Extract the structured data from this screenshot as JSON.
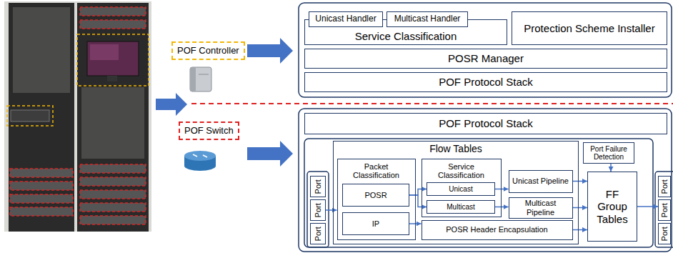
{
  "diagram": {
    "nodes": [
      {
        "text": [
          "POF Controller"
        ]
      },
      {
        "text": [
          "POF Switch"
        ]
      },
      {
        "text": [
          "Unicast Handler"
        ]
      },
      {
        "text": [
          "Multicast Handler"
        ]
      },
      {
        "text": [
          "Service Classification"
        ]
      },
      {
        "text": [
          "Protection Scheme Installer"
        ]
      },
      {
        "text": [
          "POSR Manager"
        ]
      },
      {
        "text": [
          "POF Protocol Stack"
        ]
      },
      {
        "text": [
          "POF Protocol Stack"
        ]
      },
      {
        "text": [
          "Port"
        ]
      },
      {
        "text": [
          "Port"
        ]
      },
      {
        "text": [
          "Port"
        ]
      },
      {
        "text": [
          "Flow Tables"
        ]
      },
      {
        "text": [
          "Packet Classification"
        ],
        "in": 12
      },
      {
        "text": [
          "POSR"
        ],
        "in": 13
      },
      {
        "text": [
          "IP"
        ],
        "in": 13
      },
      {
        "text": [
          "Service Classification"
        ],
        "in": 12
      },
      {
        "text": [
          "Unicast"
        ],
        "in": 16
      },
      {
        "text": [
          "Multicast"
        ],
        "in": 16
      },
      {
        "text": [
          "Unicast Pipeline"
        ],
        "in": 12
      },
      {
        "text": [
          "Multicast Pipeline"
        ],
        "in": 12
      },
      {
        "text": [
          "POSR Header Encapsulation"
        ],
        "in": 12
      },
      {
        "text": [
          "Port Failure Detection"
        ]
      },
      {
        "text": [
          "FF Group Tables"
        ]
      },
      {
        "text": [
          "Port"
        ]
      },
      {
        "text": [
          "Port"
        ]
      },
      {
        "text": [
          "Port"
        ]
      }
    ],
    "edges": [
      {
        "from": 10,
        "to": 13,
        "arrow": "to"
      },
      {
        "from": 14,
        "to": 17,
        "arrow": "to"
      },
      {
        "from": 14,
        "to": 18,
        "arrow": "to"
      },
      {
        "from": 15,
        "to": 21,
        "arrow": "to"
      },
      {
        "from": 17,
        "to": 19,
        "arrow": "to"
      },
      {
        "from": 18,
        "to": 20,
        "arrow": "to"
      },
      {
        "from": 19,
        "to": 23,
        "arrow": "to"
      },
      {
        "from": 20,
        "to": 23,
        "arrow": "to"
      },
      {
        "from": 21,
        "to": 23,
        "arrow": "to"
      },
      {
        "from": 22,
        "to": 23,
        "arrow": "to"
      },
      {
        "from": 23,
        "to": 25,
        "arrow": "to"
      }
    ]
  }
}
